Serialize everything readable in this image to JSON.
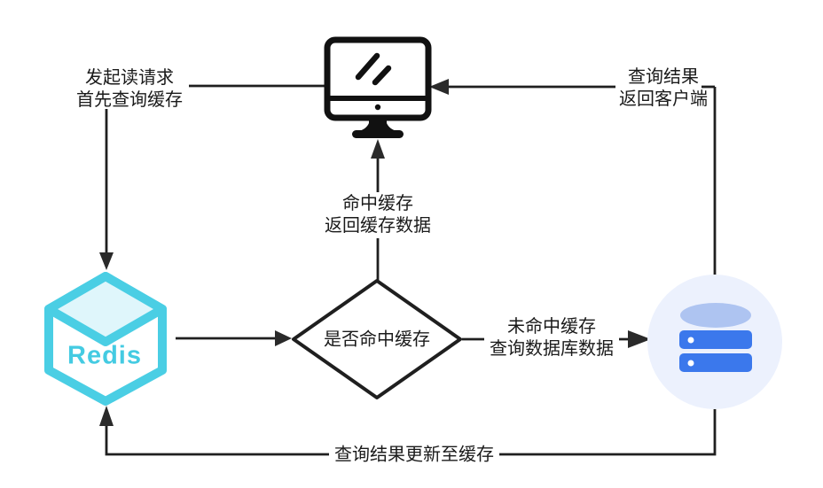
{
  "colors": {
    "line": "#1f1f1f",
    "arrow": "#2a2a2a",
    "text": "#1a1a1a",
    "icon_stroke": "#111111",
    "redis_cyan": "#4ACEE4",
    "redis_face_fill": "#DFF6FB",
    "db_circle_bg": "#ECF1FD",
    "db_cylinder_top": "#AEC4F1",
    "db_cylinder_band": "#3B78EC"
  },
  "nodes": {
    "client": {
      "icon": "monitor-icon"
    },
    "redis": {
      "wordmark": "Redis",
      "icon": "redis-cube-icon"
    },
    "decision": {
      "label": "是否命中缓存"
    },
    "database": {
      "icon": "database-icon"
    }
  },
  "edges": {
    "client_to_redis": {
      "label_line1": "发起读请求",
      "label_line2": "首先查询缓存"
    },
    "decision_to_client": {
      "label_line1": "命中缓存",
      "label_line2": "返回缓存数据"
    },
    "decision_to_database": {
      "label_line1": "未命中缓存",
      "label_line2": "查询数据库数据"
    },
    "database_to_client": {
      "label_line1": "查询结果",
      "label_line2": "返回客户端"
    },
    "database_to_redis": {
      "label": "查询结果更新至缓存"
    }
  }
}
